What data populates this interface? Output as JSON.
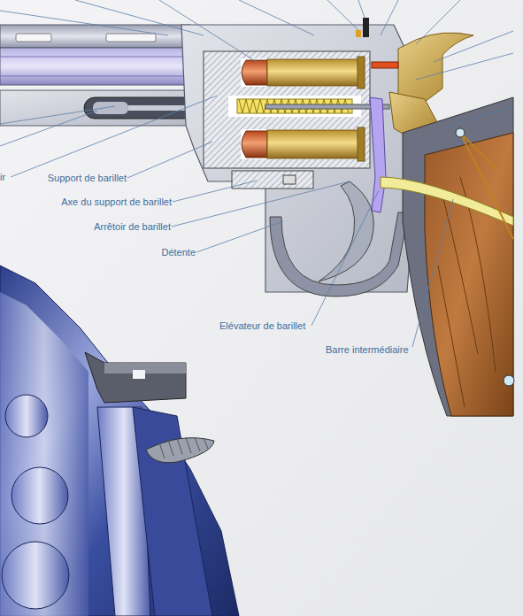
{
  "diagram": {
    "labels": [
      "ir",
      "Support de barillet",
      "Axe du support de barillet",
      "Arrêtoir de barillet",
      "Détente",
      "Elévateur de barillet",
      "Barre intermédiaire"
    ]
  }
}
